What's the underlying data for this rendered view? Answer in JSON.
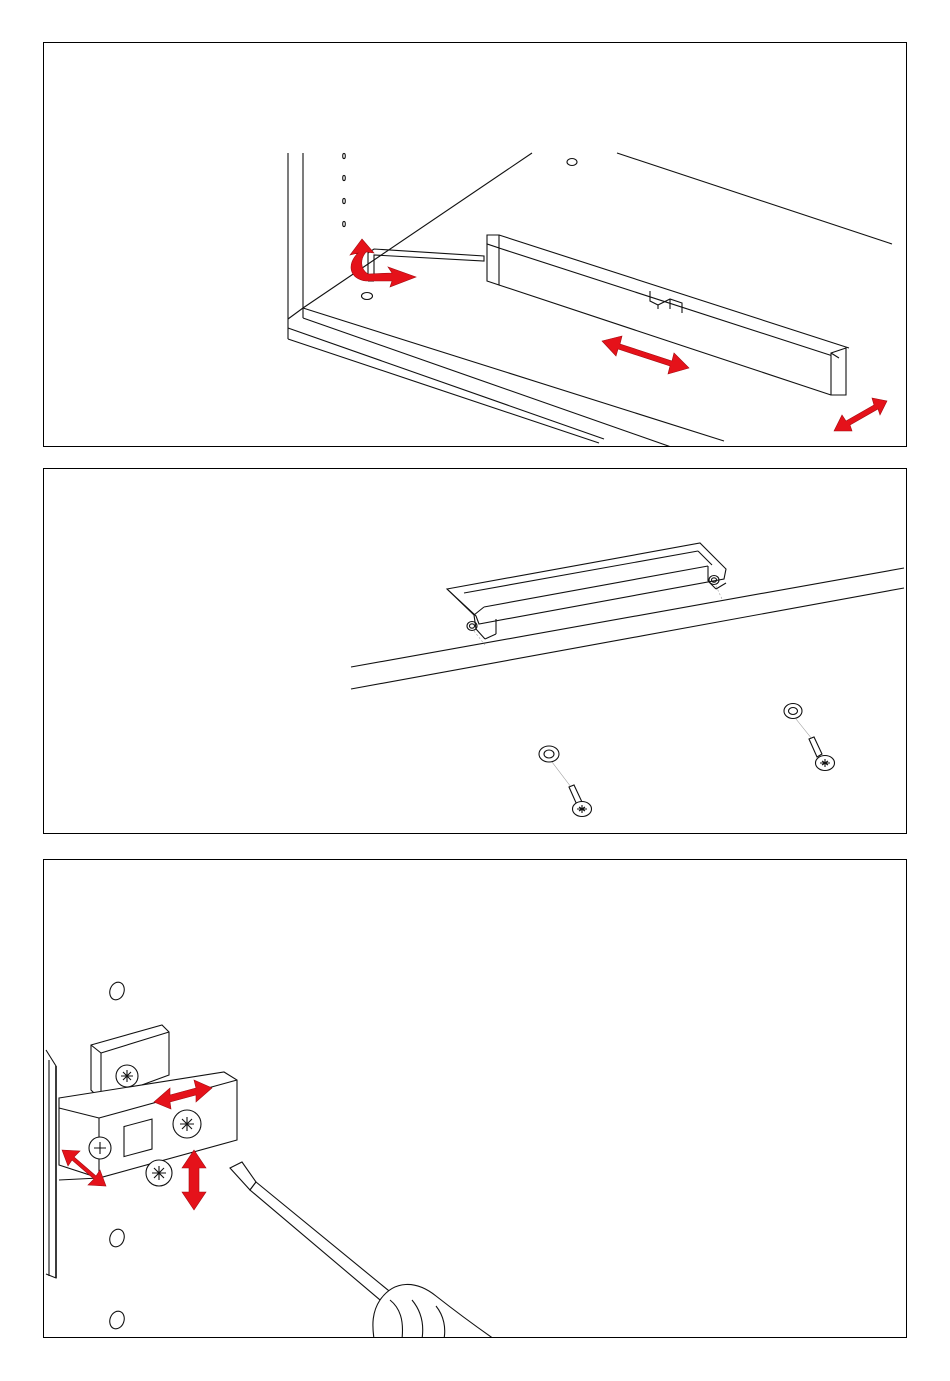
{
  "steps": [
    {
      "id": "adjust-drawer-front",
      "arrows": [
        "rotate-arrow",
        "slide-arrow",
        "depth-arrow"
      ]
    },
    {
      "id": "mount-handle",
      "parts": [
        "handle",
        "washer",
        "screw"
      ],
      "screw_count": 2
    },
    {
      "id": "adjust-hinge",
      "arrows": [
        "lateral-arrow",
        "side-arrow",
        "vertical-arrow"
      ]
    }
  ],
  "colors": {
    "arrow": "#e5121a",
    "line": "#111111",
    "background": "#ffffff"
  }
}
